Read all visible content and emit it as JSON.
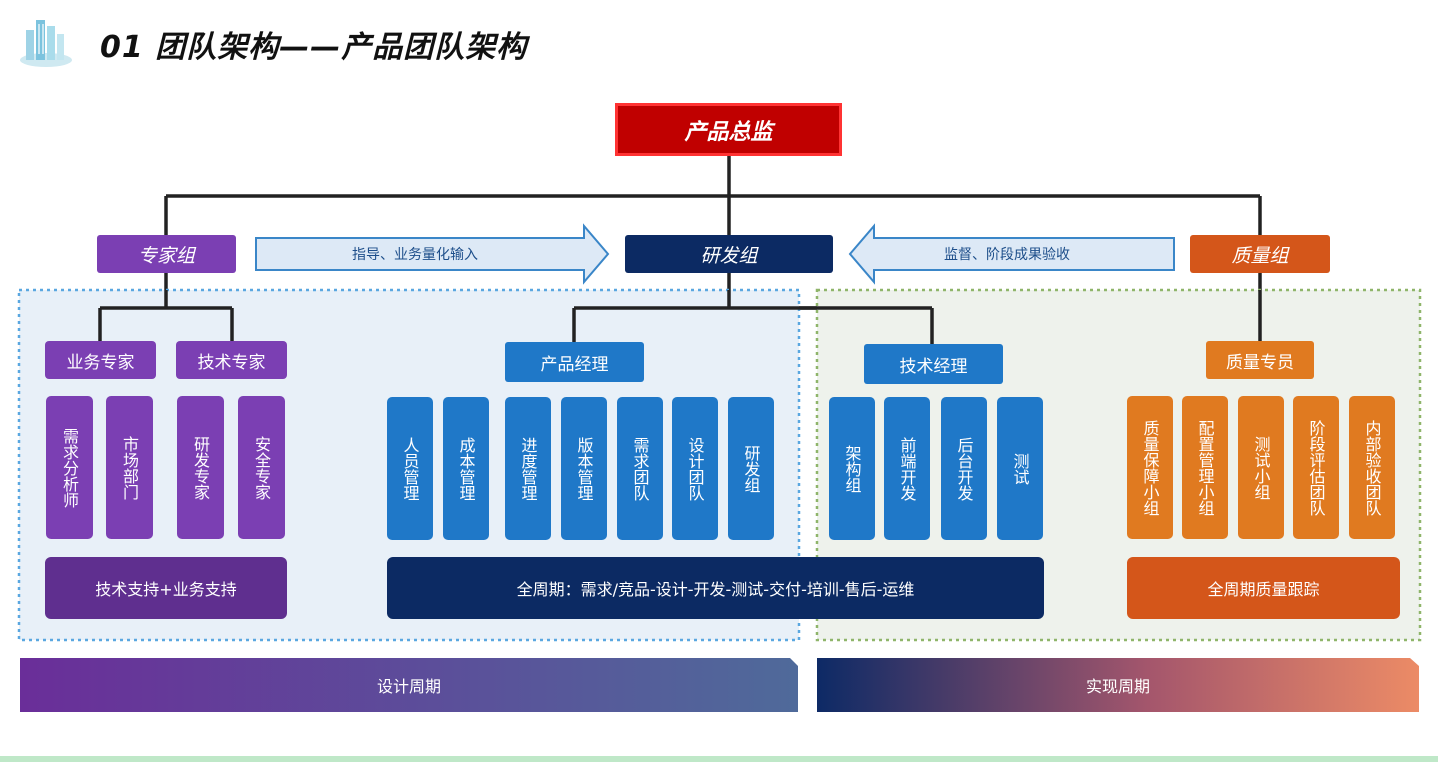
{
  "title": "01 团队架构——产品团队架构",
  "top": "产品总监",
  "groups": {
    "expert": "专家组",
    "rd": "研发组",
    "quality": "质量组"
  },
  "arrows": {
    "left": "指导、业务量化输入",
    "right": "监督、阶段成果验收"
  },
  "expert": {
    "business": "业务专家",
    "tech": "技术专家",
    "business_items": [
      "需求分析师",
      "市场部门"
    ],
    "tech_items": [
      "研发专家",
      "安全专家"
    ],
    "support": "技术支持+业务支持"
  },
  "pm": {
    "label": "产品经理",
    "items": [
      "人员管理",
      "成本管理",
      "进度管理",
      "版本管理",
      "需求团队",
      "设计团队",
      "研发组"
    ]
  },
  "tm": {
    "label": "技术经理",
    "items": [
      "架构组",
      "前端开发",
      "后台开发",
      "测试"
    ]
  },
  "lifecycle": "全周期：需求/竞品-设计-开发-测试-交付-培训-售后-运维",
  "qa": {
    "label": "质量专员",
    "items": [
      "质量保障小组",
      "配置管理小组",
      "测试小组",
      "阶段评估团队",
      "内部验收团队"
    ],
    "tracking": "全周期质量跟踪"
  },
  "bands": {
    "design": "设计周期",
    "impl": "实现周期"
  },
  "colors": {
    "director": "#c00000",
    "expert": "#7b3fb3",
    "rd": "#0c2a63",
    "quality": "#d4561a",
    "blue": "#1f78c8",
    "orange": "#e07a20"
  }
}
